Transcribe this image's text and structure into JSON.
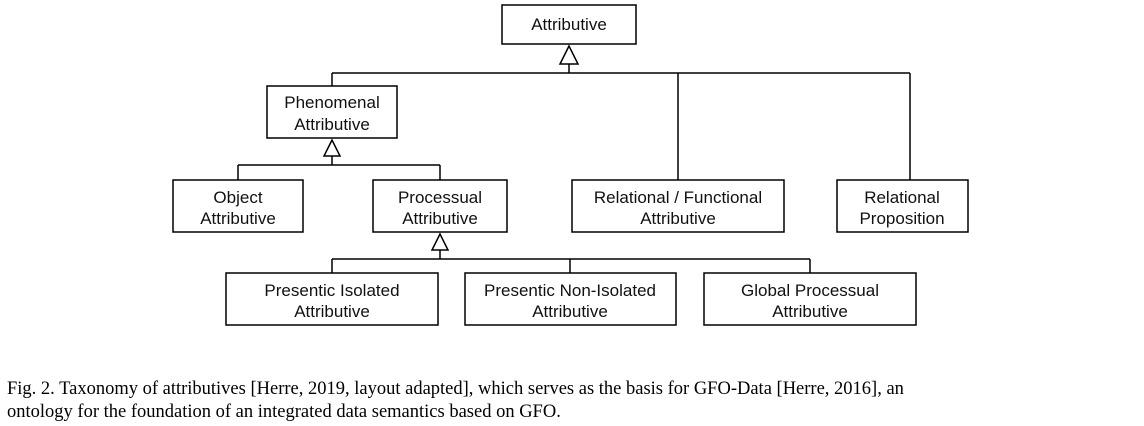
{
  "diagram": {
    "nodes": {
      "attributive": [
        "Attributive"
      ],
      "phenomenal": [
        "Phenomenal",
        "Attributive"
      ],
      "object": [
        "Object",
        "Attributive"
      ],
      "processual": [
        "Processual",
        "Attributive"
      ],
      "relational_functional": [
        "Relational / Functional",
        "Attributive"
      ],
      "relational_proposition": [
        "Relational",
        "Proposition"
      ],
      "presentic_isolated": [
        "Presentic Isolated",
        "Attributive"
      ],
      "presentic_non_isolated": [
        "Presentic Non-Isolated",
        "Attributive"
      ],
      "global_processual": [
        "Global Processual",
        "Attributive"
      ]
    }
  },
  "caption": {
    "line1": "Fig. 2. Taxonomy of attributives [Herre, 2019, layout adapted], which serves as the basis for GFO-Data [Herre, 2016], an",
    "line2": "ontology for the foundation of an integrated data semantics based on GFO."
  }
}
